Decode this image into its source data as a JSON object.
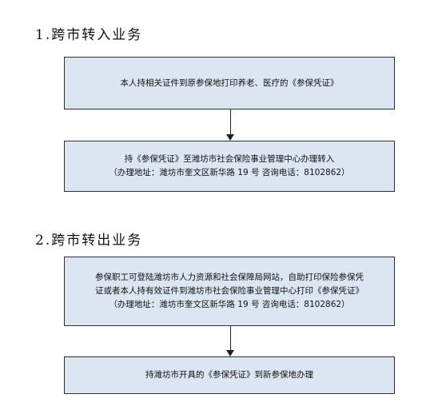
{
  "section1": {
    "title": "1.跨市转入业务",
    "box1": {
      "line1": "本人持相关证件到原参保地打印养老、医疗的《参保凭证》"
    },
    "box2": {
      "line1": "持《参保凭证》至潍坊市社会保险事业管理中心办理转入",
      "line2": "（办理地址：潍坊市奎文区新华路 19 号   咨询电话：8102862）"
    }
  },
  "section2": {
    "title": "2.跨市转出业务",
    "box1": {
      "line1": "参保职工可登陆潍坊市人力资源和社会保障局网站，自助打印保险参保凭",
      "line2": "证或者本人持有效证件到潍坊市社会保险事业管理中心打印《参保凭证》",
      "line3": "（办理地址：潍坊市奎文区新华路 19 号   咨询电话：8102862）"
    },
    "box2": {
      "line1": "持潍坊市开具的《参保凭证》到新参保地办理"
    }
  }
}
